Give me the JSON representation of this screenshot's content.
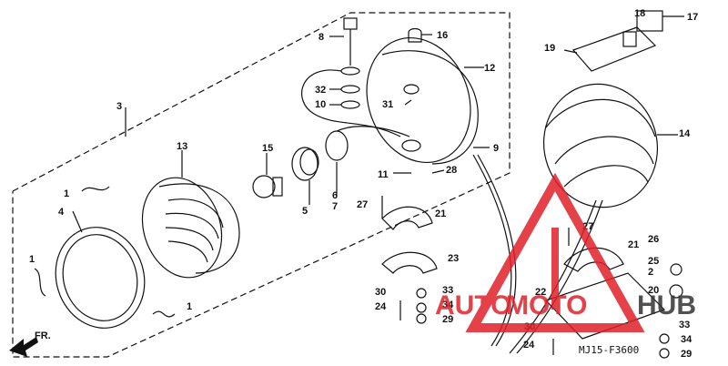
{
  "diagram": {
    "code": "MJ15-F3600",
    "direction": "FR.",
    "labels": [
      "1",
      "1",
      "1",
      "2",
      "3",
      "4",
      "5",
      "6",
      "7",
      "8",
      "9",
      "10",
      "11",
      "12",
      "13",
      "14",
      "15",
      "16",
      "17",
      "18",
      "19",
      "20",
      "21",
      "21",
      "22",
      "23",
      "24",
      "24",
      "25",
      "26",
      "27",
      "27",
      "28",
      "29",
      "29",
      "30",
      "30",
      "31",
      "32",
      "33",
      "33",
      "34",
      "34"
    ]
  },
  "watermark": {
    "word_a": "AUTO",
    "word_b": "MOTO",
    "word_c": "HUB",
    "color_red": "#e0202a",
    "color_dark": "#333333"
  }
}
